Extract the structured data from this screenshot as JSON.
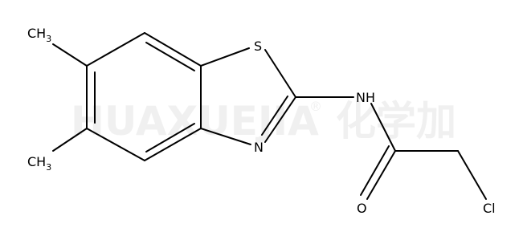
{
  "watermark": {
    "latin": "HUAXUEJIA",
    "registered": "®",
    "chinese": "化学加"
  },
  "atoms": {
    "methyl_top": {
      "main": "CH",
      "sub": "3"
    },
    "methyl_bottom": {
      "main": "CH",
      "sub": "3"
    },
    "sulfur": "S",
    "nitrogen_ring": "N",
    "amine": "NH",
    "oxygen": "O",
    "chlorine": "Cl"
  },
  "colors": {
    "bond": "#000000",
    "label": "#000000",
    "watermark": "#f0f0f0",
    "background": "#ffffff"
  }
}
